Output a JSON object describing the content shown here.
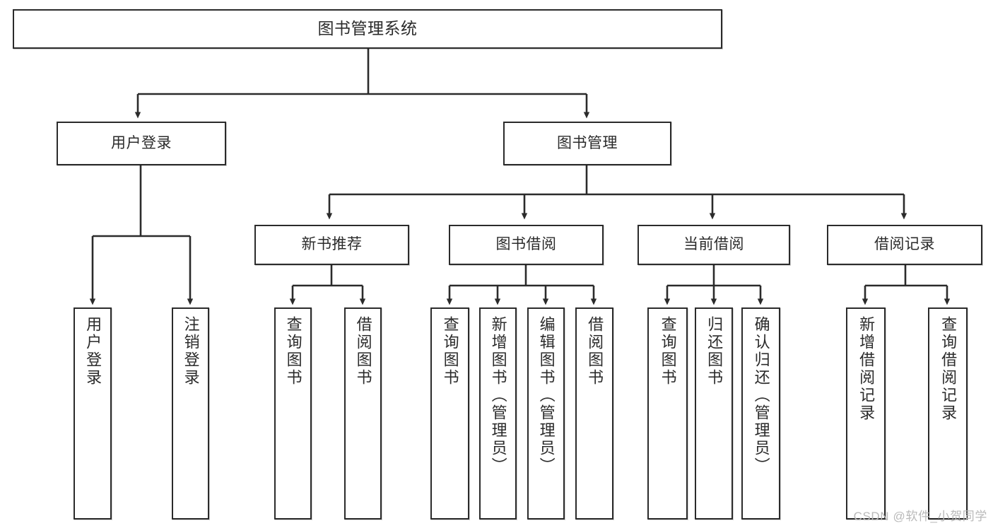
{
  "diagram": {
    "title": "图书管理系统",
    "type": "tree",
    "orientation": "top-down",
    "colors": {
      "box_border": "#2b2b2b",
      "box_fill": "#ffffff",
      "edge": "#2b2b2b",
      "text": "#2b2b2b",
      "watermark": "#b9b9b9",
      "background": "#ffffff"
    }
  },
  "nodes": {
    "root": {
      "label": "图书管理系统"
    },
    "level2": [
      {
        "id": "user-login",
        "label": "用户登录"
      },
      {
        "id": "book-management",
        "label": "图书管理"
      }
    ],
    "level3": [
      {
        "id": "new-book-recommend",
        "label": "新书推荐"
      },
      {
        "id": "book-borrow",
        "label": "图书借阅"
      },
      {
        "id": "current-borrow",
        "label": "当前借阅"
      },
      {
        "id": "borrow-record",
        "label": "借阅记录"
      }
    ],
    "leaves": {
      "user_login": [
        {
          "id": "leaf-user-login",
          "label": "用户登录"
        },
        {
          "id": "leaf-logout-login",
          "label": "注销登录"
        }
      ],
      "new_book_recommend": [
        {
          "id": "leaf-query-book-1",
          "label": "查询图书"
        },
        {
          "id": "leaf-borrow-book-1",
          "label": "借阅图书"
        }
      ],
      "book_borrow": [
        {
          "id": "leaf-query-book-2",
          "label": "查询图书"
        },
        {
          "id": "leaf-add-book",
          "label": "新增图书（管理员）"
        },
        {
          "id": "leaf-edit-book",
          "label": "编辑图书（管理员）"
        },
        {
          "id": "leaf-borrow-book-2",
          "label": "借阅图书"
        }
      ],
      "current_borrow": [
        {
          "id": "leaf-query-book-3",
          "label": "查询图书"
        },
        {
          "id": "leaf-return-book",
          "label": "归还图书"
        },
        {
          "id": "leaf-confirm-return",
          "label": "确认归还（管理员）"
        }
      ],
      "borrow_record": [
        {
          "id": "leaf-add-record",
          "label": "新增借阅记录"
        },
        {
          "id": "leaf-query-record",
          "label": "查询借阅记录"
        }
      ]
    }
  },
  "watermark": {
    "text": "CSDN @软件_小贺同学"
  }
}
